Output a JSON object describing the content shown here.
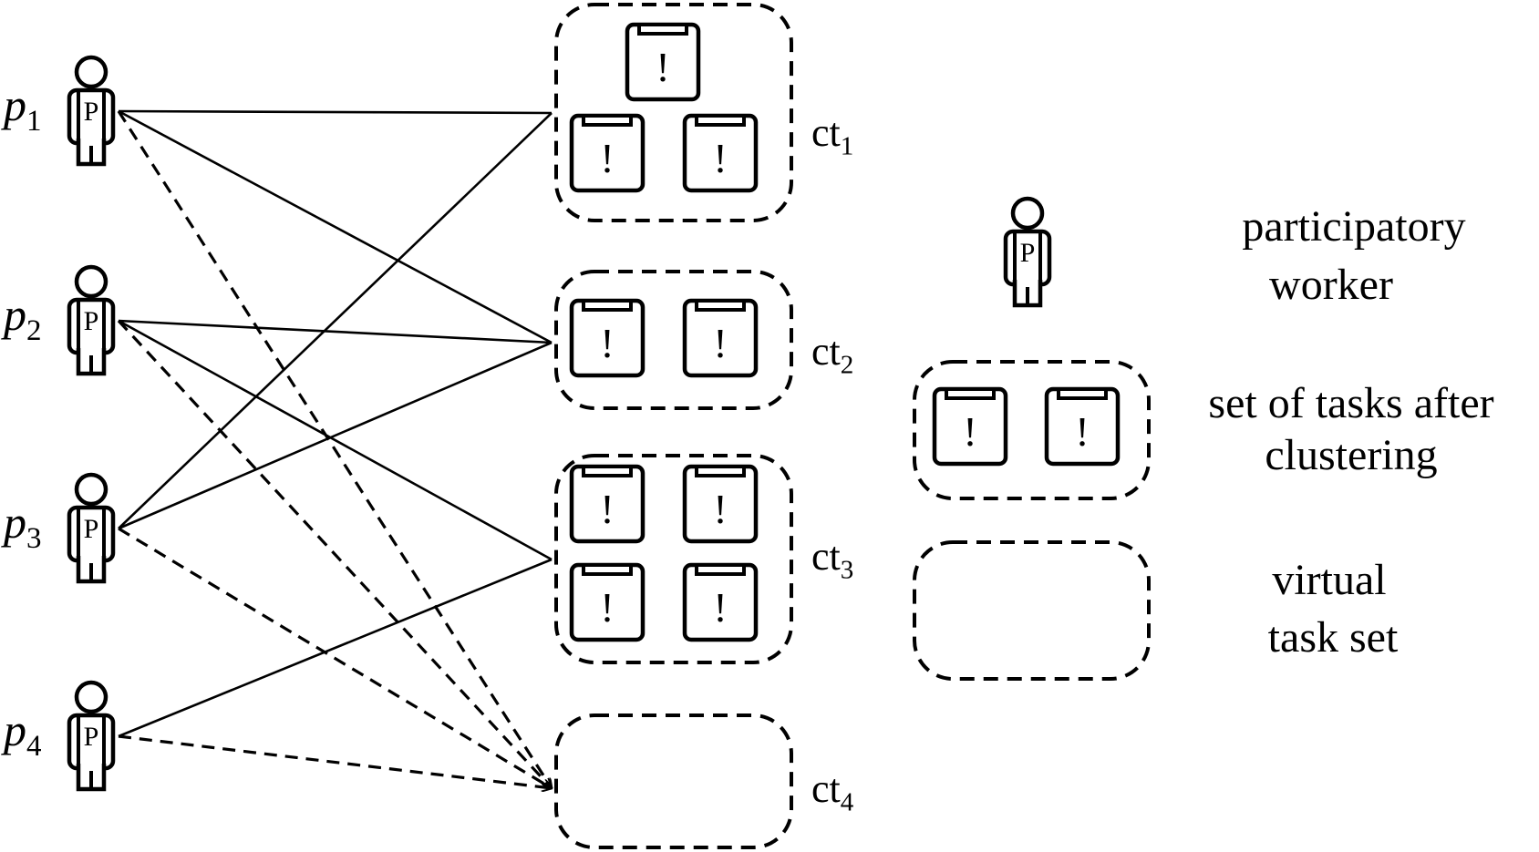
{
  "workers": [
    {
      "letter": "p",
      "sub": "1",
      "icon_text": "P"
    },
    {
      "letter": "p",
      "sub": "2",
      "icon_text": "P"
    },
    {
      "letter": "p",
      "sub": "3",
      "icon_text": "P"
    },
    {
      "letter": "p",
      "sub": "4",
      "icon_text": "P"
    }
  ],
  "task_sets": [
    {
      "name": "ct",
      "sub": "1",
      "tasks": 3,
      "virtual": false
    },
    {
      "name": "ct",
      "sub": "2",
      "tasks": 2,
      "virtual": false
    },
    {
      "name": "ct",
      "sub": "3",
      "tasks": 4,
      "virtual": false
    },
    {
      "name": "ct",
      "sub": "4",
      "tasks": 0,
      "virtual": true
    }
  ],
  "task_icon_glyph": "!",
  "edges": [
    {
      "from": 0,
      "to": 0,
      "style": "solid"
    },
    {
      "from": 0,
      "to": 1,
      "style": "solid"
    },
    {
      "from": 0,
      "to": 3,
      "style": "dashed"
    },
    {
      "from": 1,
      "to": 1,
      "style": "solid"
    },
    {
      "from": 1,
      "to": 2,
      "style": "solid"
    },
    {
      "from": 1,
      "to": 3,
      "style": "dashed"
    },
    {
      "from": 2,
      "to": 0,
      "style": "solid"
    },
    {
      "from": 2,
      "to": 1,
      "style": "solid"
    },
    {
      "from": 2,
      "to": 3,
      "style": "dashed"
    },
    {
      "from": 3,
      "to": 2,
      "style": "solid"
    },
    {
      "from": 3,
      "to": 3,
      "style": "dashed"
    }
  ],
  "legend": {
    "worker": {
      "line1": "participatory",
      "line2": "worker",
      "icon_text": "P"
    },
    "cluster": {
      "line1": "set of tasks after",
      "line2": "clustering"
    },
    "virtual": {
      "line1": "virtual",
      "line2": "task set"
    }
  }
}
